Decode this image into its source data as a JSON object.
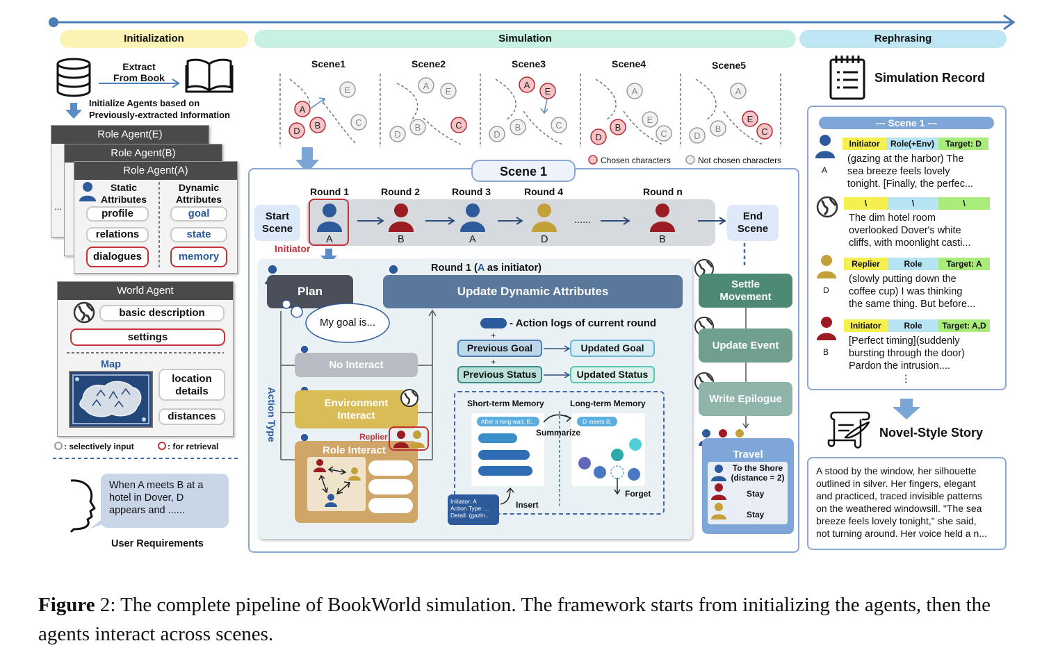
{
  "bands": {
    "initialization": "Initialization",
    "simulation": "Simulation",
    "rephrasing": "Rephrasing"
  },
  "init": {
    "extract_label": "Extract\nFrom Book",
    "init_agents_label": "Initialize Agents based on\nPreviously-extracted Information",
    "role_cards": [
      "Role Agent(E)",
      "Role Agent(B)",
      "Role Agent(A)"
    ],
    "static_title": "Static\nAttributes",
    "dynamic_title": "Dynamic\nAttributes",
    "static_items": [
      "profile",
      "relations",
      "dialogues"
    ],
    "dynamic_items": [
      "goal",
      "state",
      "memory"
    ],
    "ellipsis": "...",
    "world_agent_title": "World Agent",
    "world_items": [
      "basic description",
      "settings"
    ],
    "map_label": "Map",
    "map_items": [
      "location\ndetails",
      "distances"
    ],
    "legend_selective": ": selectively input",
    "legend_retrieval": ": for retrieval",
    "user_bubble": "When A meets B at a\nhotel in Dover, D\nappears and ......",
    "user_requirements": "User Requirements"
  },
  "scenes": {
    "titles": [
      "Scene1",
      "Scene2",
      "Scene3",
      "Scene4",
      "Scene5"
    ],
    "chosen_legend": "Chosen characters",
    "not_chosen_legend": "Not chosen characters"
  },
  "scene1": {
    "title": "Scene 1",
    "start": "Start\nScene",
    "end": "End\nScene",
    "rounds": [
      "Round 1",
      "Round 2",
      "Round 3",
      "Round 4",
      "Round n"
    ],
    "round_agents": [
      "A",
      "B",
      "A",
      "D",
      "B"
    ],
    "dots": "......",
    "initiator": "Initiator",
    "round1_title_pre": "Round 1  (",
    "round1_title_a": "A",
    "round1_title_post": " as initiator)",
    "plan": "Plan",
    "goal_bubble": "My goal is...",
    "update_dyn": "Update Dynamic Attributes",
    "action_logs": "- Action logs of current round",
    "prev_goal": "Previous Goal",
    "upd_goal": "Updated Goal",
    "prev_status": "Previous Status",
    "upd_status": "Updated Status",
    "plus": "+",
    "action_type": "Action Type",
    "no_interact": "No Interact",
    "env_interact": "Environment\nInteract",
    "replier": "Replier",
    "role_interact": "Role Interact",
    "short_term": "Short-term Memory",
    "long_term": "Long-term Memory",
    "after_wait": "After a long wait, B...",
    "d_meets": "D meets B.",
    "summarize": "Summarize",
    "insert": "Insert",
    "forget": "Forget",
    "log_card": "Initiator: A\nAction Type: ...\nDetail: (gazin...",
    "settle": "Settle\nMovement",
    "update_event": "Update Event",
    "write_epilogue": "Write Epilogue",
    "travel_title": "Travel",
    "travel_items": [
      "To the Shore\n(distance = 2)",
      "Stay",
      "Stay"
    ]
  },
  "rephrasing": {
    "sim_record": "Simulation Record",
    "scene_header": "--- Scene 1 ---",
    "entries": [
      {
        "who": "A",
        "tags": [
          "Initiator",
          "Role(+Env)",
          "Target: D"
        ],
        "text": "(gazing at the harbor) The\nsea breeze feels lovely\ntonight. [Finally, the perfec..."
      },
      {
        "who": "",
        "tags": [
          "\\",
          "\\",
          "\\"
        ],
        "text": "The dim hotel room\noverlooked Dover's white\ncliffs, with moonlight casti..."
      },
      {
        "who": "D",
        "tags": [
          "Replier",
          "Role",
          "Target: A"
        ],
        "text": "(slowly putting down the\ncoffee cup) I was thinking\nthe same thing. But before..."
      },
      {
        "who": "B",
        "tags": [
          "Initiator",
          "Role",
          "Target: A,D"
        ],
        "text": "[Perfect timing](suddenly\nbursting through the door)\nPardon the intrusion...."
      }
    ],
    "vdots": "⋮",
    "novel_title": "Novel-Style Story",
    "novel_text": "A stood by the window, her silhouette\noutlined in silver. Her fingers, elegant\nand practiced, traced invisible patterns\non the weathered windowsill. \"The sea\nbreeze feels lovely tonight,\" she said,\nnot turning around. Her voice held a n..."
  },
  "caption": {
    "label": "Figure",
    "number": " 2:",
    "text": " The complete pipeline of BookWorld simulation. The framework starts from initializing the agents, then the agents interact across scenes."
  },
  "colors": {
    "blue": "#2d5a9b",
    "red": "#9b1c22",
    "gold": "#c3a03a",
    "green_dark": "#4e8a73",
    "green_mid": "#6f9f8f",
    "accent_red": "#c0333a"
  }
}
